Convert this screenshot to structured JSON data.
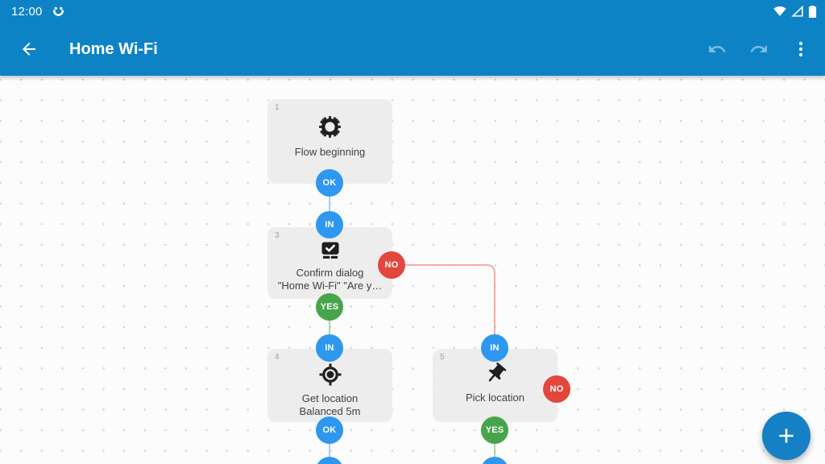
{
  "status_bar": {
    "time": "12:00",
    "icons": [
      "automate-smiley-icon",
      "wifi-icon",
      "cell-signal-icon",
      "battery-icon"
    ]
  },
  "app_bar": {
    "title": "Home Wi-Fi",
    "undo_label": "undo",
    "redo_label": "redo",
    "more_label": "more options"
  },
  "colors": {
    "primary_bar": "#0d83c5",
    "connector_blue": "#2e97ef",
    "connector_green": "#47a44b",
    "connector_red": "#e2463c",
    "wire_blue": "#a7cef2",
    "wire_green": "#abd5ad",
    "wire_red": "#f2aca8",
    "block_bg": "#ededed",
    "fab_bg": "#1580c4"
  },
  "canvas": {
    "blocks": [
      {
        "number": "1",
        "title": "Flow beginning",
        "icon": "gear-icon"
      },
      {
        "number": "3",
        "title": "Confirm dialog",
        "subtitle": "\"Home Wi-Fi\" \"Are y…",
        "icon": "confirm-dialog-icon"
      },
      {
        "number": "4",
        "title": "Get location",
        "subtitle": "Balanced 5m",
        "icon": "location-crosshair-icon"
      },
      {
        "number": "5",
        "title": "Pick location",
        "icon": "pushpin-icon"
      }
    ],
    "connectors": [
      {
        "label": "OK",
        "type": "blue"
      },
      {
        "label": "IN",
        "type": "blue"
      },
      {
        "label": "NO",
        "type": "red"
      },
      {
        "label": "YES",
        "type": "green"
      },
      {
        "label": "IN",
        "type": "blue"
      },
      {
        "label": "IN",
        "type": "blue"
      },
      {
        "label": "OK",
        "type": "blue"
      },
      {
        "label": "NO",
        "type": "red"
      },
      {
        "label": "YES",
        "type": "green"
      }
    ],
    "fab_label": "+"
  }
}
